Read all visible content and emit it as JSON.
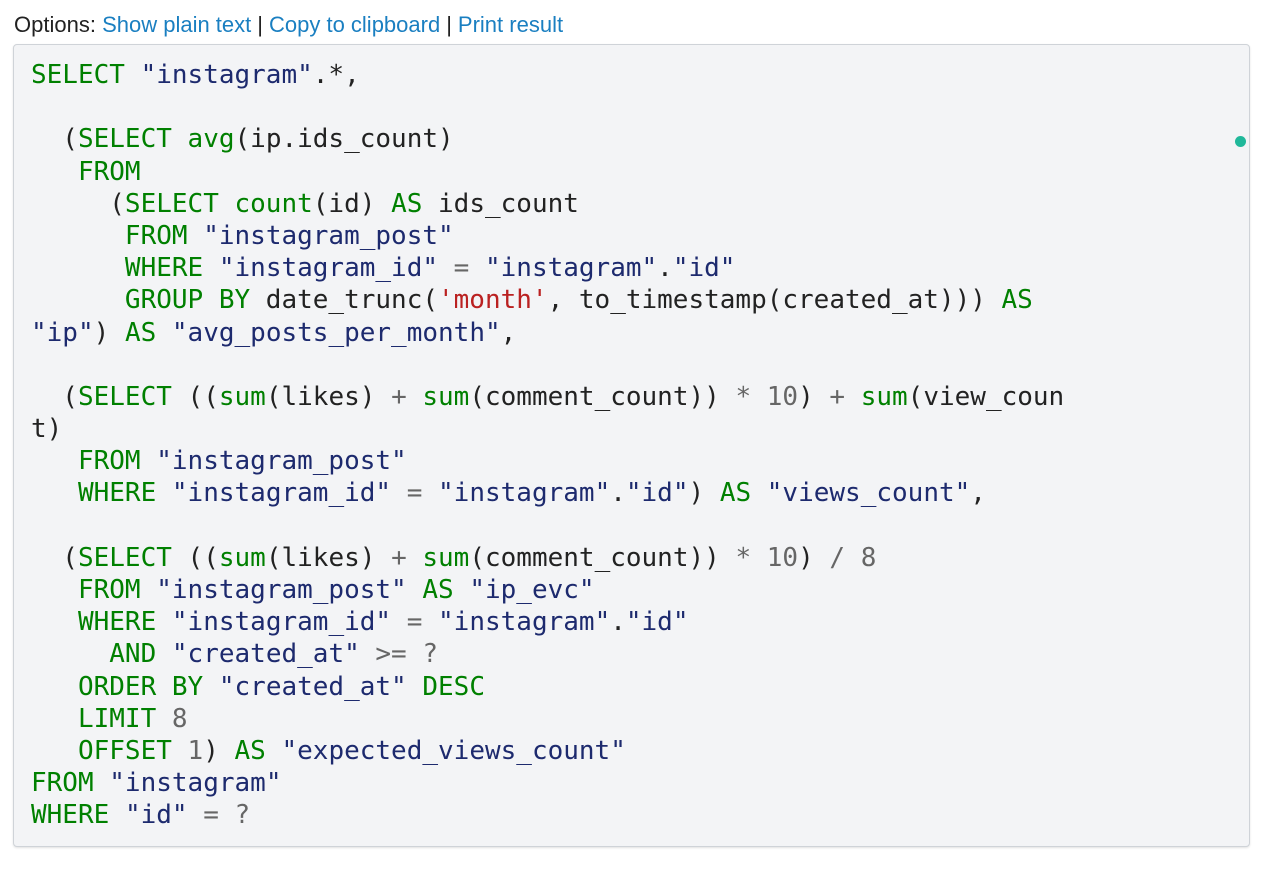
{
  "options": {
    "label": "Options:",
    "links": [
      {
        "label": "Show plain text"
      },
      {
        "label": "Copy to clipboard"
      },
      {
        "label": "Print result"
      }
    ],
    "separator": "|"
  },
  "colors": {
    "keyword": "#008000",
    "string": "#1d2a6e",
    "literal": "#ba2121",
    "operator": "#666666",
    "link": "#1a7fc1",
    "status_dot": "#20b89a"
  },
  "status_indicator": {
    "icon": "status-dot-icon",
    "color": "#20b89a"
  },
  "code": {
    "lines": [
      [
        [
          "kw",
          "SELECT"
        ],
        [
          "p",
          " "
        ],
        [
          "str",
          "\"instagram\""
        ],
        [
          "p",
          ".*,"
        ]
      ],
      [],
      [
        [
          "p",
          "  ("
        ],
        [
          "kw",
          "SELECT"
        ],
        [
          "p",
          " "
        ],
        [
          "kw",
          "avg"
        ],
        [
          "p",
          "(ip.ids_count)"
        ]
      ],
      [
        [
          "p",
          "   "
        ],
        [
          "kw",
          "FROM"
        ]
      ],
      [
        [
          "p",
          "     ("
        ],
        [
          "kw",
          "SELECT"
        ],
        [
          "p",
          " "
        ],
        [
          "kw",
          "count"
        ],
        [
          "p",
          "(id) "
        ],
        [
          "kw",
          "AS"
        ],
        [
          "p",
          " ids_count"
        ]
      ],
      [
        [
          "p",
          "      "
        ],
        [
          "kw",
          "FROM"
        ],
        [
          "p",
          " "
        ],
        [
          "str",
          "\"instagram_post\""
        ]
      ],
      [
        [
          "p",
          "      "
        ],
        [
          "kw",
          "WHERE"
        ],
        [
          "p",
          " "
        ],
        [
          "str",
          "\"instagram_id\""
        ],
        [
          "p",
          " "
        ],
        [
          "op",
          "="
        ],
        [
          "p",
          " "
        ],
        [
          "str",
          "\"instagram\""
        ],
        [
          "p",
          "."
        ],
        [
          "str",
          "\"id\""
        ]
      ],
      [
        [
          "p",
          "      "
        ],
        [
          "kw",
          "GROUP BY"
        ],
        [
          "p",
          " date_trunc("
        ],
        [
          "lit",
          "'month'"
        ],
        [
          "p",
          ", to_timestamp(created_at))) "
        ],
        [
          "kw",
          "AS"
        ]
      ],
      [
        [
          "str",
          "\"ip\""
        ],
        [
          "p",
          ") "
        ],
        [
          "kw",
          "AS"
        ],
        [
          "p",
          " "
        ],
        [
          "str",
          "\"avg_posts_per_month\""
        ],
        [
          "p",
          ","
        ]
      ],
      [],
      [
        [
          "p",
          "  ("
        ],
        [
          "kw",
          "SELECT"
        ],
        [
          "p",
          " (("
        ],
        [
          "kw",
          "sum"
        ],
        [
          "p",
          "(likes) "
        ],
        [
          "op",
          "+"
        ],
        [
          "p",
          " "
        ],
        [
          "kw",
          "sum"
        ],
        [
          "p",
          "(comment_count)) "
        ],
        [
          "op",
          "*"
        ],
        [
          "p",
          " "
        ],
        [
          "num",
          "10"
        ],
        [
          "p",
          ") "
        ],
        [
          "op",
          "+"
        ],
        [
          "p",
          " "
        ],
        [
          "kw",
          "sum"
        ],
        [
          "p",
          "(view_coun"
        ]
      ],
      [
        [
          "p",
          "t)"
        ]
      ],
      [
        [
          "p",
          "   "
        ],
        [
          "kw",
          "FROM"
        ],
        [
          "p",
          " "
        ],
        [
          "str",
          "\"instagram_post\""
        ]
      ],
      [
        [
          "p",
          "   "
        ],
        [
          "kw",
          "WHERE"
        ],
        [
          "p",
          " "
        ],
        [
          "str",
          "\"instagram_id\""
        ],
        [
          "p",
          " "
        ],
        [
          "op",
          "="
        ],
        [
          "p",
          " "
        ],
        [
          "str",
          "\"instagram\""
        ],
        [
          "p",
          "."
        ],
        [
          "str",
          "\"id\""
        ],
        [
          "p",
          ") "
        ],
        [
          "kw",
          "AS"
        ],
        [
          "p",
          " "
        ],
        [
          "str",
          "\"views_count\""
        ],
        [
          "p",
          ","
        ]
      ],
      [],
      [
        [
          "p",
          "  ("
        ],
        [
          "kw",
          "SELECT"
        ],
        [
          "p",
          " (("
        ],
        [
          "kw",
          "sum"
        ],
        [
          "p",
          "(likes) "
        ],
        [
          "op",
          "+"
        ],
        [
          "p",
          " "
        ],
        [
          "kw",
          "sum"
        ],
        [
          "p",
          "(comment_count)) "
        ],
        [
          "op",
          "*"
        ],
        [
          "p",
          " "
        ],
        [
          "num",
          "10"
        ],
        [
          "p",
          ") "
        ],
        [
          "op",
          "/"
        ],
        [
          "p",
          " "
        ],
        [
          "num",
          "8"
        ]
      ],
      [
        [
          "p",
          "   "
        ],
        [
          "kw",
          "FROM"
        ],
        [
          "p",
          " "
        ],
        [
          "str",
          "\"instagram_post\""
        ],
        [
          "p",
          " "
        ],
        [
          "kw",
          "AS"
        ],
        [
          "p",
          " "
        ],
        [
          "str",
          "\"ip_evc\""
        ]
      ],
      [
        [
          "p",
          "   "
        ],
        [
          "kw",
          "WHERE"
        ],
        [
          "p",
          " "
        ],
        [
          "str",
          "\"instagram_id\""
        ],
        [
          "p",
          " "
        ],
        [
          "op",
          "="
        ],
        [
          "p",
          " "
        ],
        [
          "str",
          "\"instagram\""
        ],
        [
          "p",
          "."
        ],
        [
          "str",
          "\"id\""
        ]
      ],
      [
        [
          "p",
          "     "
        ],
        [
          "kw",
          "AND"
        ],
        [
          "p",
          " "
        ],
        [
          "str",
          "\"created_at\""
        ],
        [
          "p",
          " "
        ],
        [
          "op",
          ">="
        ],
        [
          "p",
          " "
        ],
        [
          "op",
          "?"
        ]
      ],
      [
        [
          "p",
          "   "
        ],
        [
          "kw",
          "ORDER BY"
        ],
        [
          "p",
          " "
        ],
        [
          "str",
          "\"created_at\""
        ],
        [
          "p",
          " "
        ],
        [
          "kw",
          "DESC"
        ]
      ],
      [
        [
          "p",
          "   "
        ],
        [
          "kw",
          "LIMIT"
        ],
        [
          "p",
          " "
        ],
        [
          "num",
          "8"
        ]
      ],
      [
        [
          "p",
          "   "
        ],
        [
          "kw",
          "OFFSET"
        ],
        [
          "p",
          " "
        ],
        [
          "num",
          "1"
        ],
        [
          "p",
          ") "
        ],
        [
          "kw",
          "AS"
        ],
        [
          "p",
          " "
        ],
        [
          "str",
          "\"expected_views_count\""
        ]
      ],
      [
        [
          "kw",
          "FROM"
        ],
        [
          "p",
          " "
        ],
        [
          "str",
          "\"instagram\""
        ]
      ],
      [
        [
          "kw",
          "WHERE"
        ],
        [
          "p",
          " "
        ],
        [
          "str",
          "\"id\""
        ],
        [
          "p",
          " "
        ],
        [
          "op",
          "="
        ],
        [
          "p",
          " "
        ],
        [
          "op",
          "?"
        ]
      ]
    ]
  }
}
